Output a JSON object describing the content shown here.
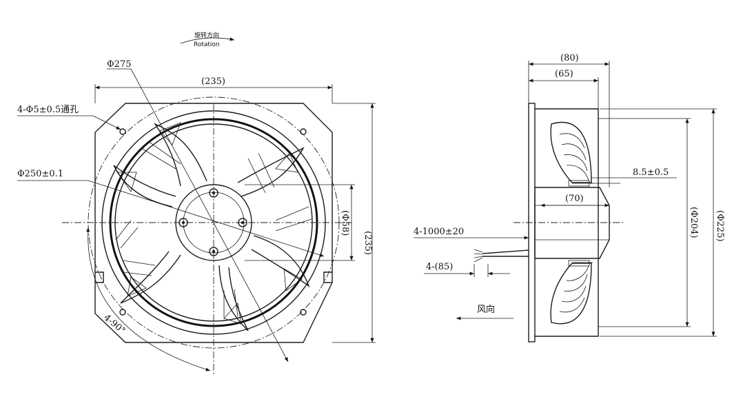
{
  "front_view": {
    "rotation_cn": "旋转方向",
    "rotation_en": "Rotation",
    "dia_outer": "Φ275",
    "width": "(235)",
    "holes": "4-Φ5±0.5通孔",
    "dia_mount": "Φ250±0.1",
    "height": "(235)",
    "dia_hub": "(Φ58)",
    "angle": "4-90°"
  },
  "side_view": {
    "depth_total": "(80)",
    "depth_body": "(65)",
    "offset": "8.5±0.5",
    "motor": "(70)",
    "dia_inlet": "(Φ204)",
    "dia_outer": "(Φ225)",
    "cable": "4-1000±20",
    "strip": "4-(85)",
    "airflow": "风向"
  }
}
